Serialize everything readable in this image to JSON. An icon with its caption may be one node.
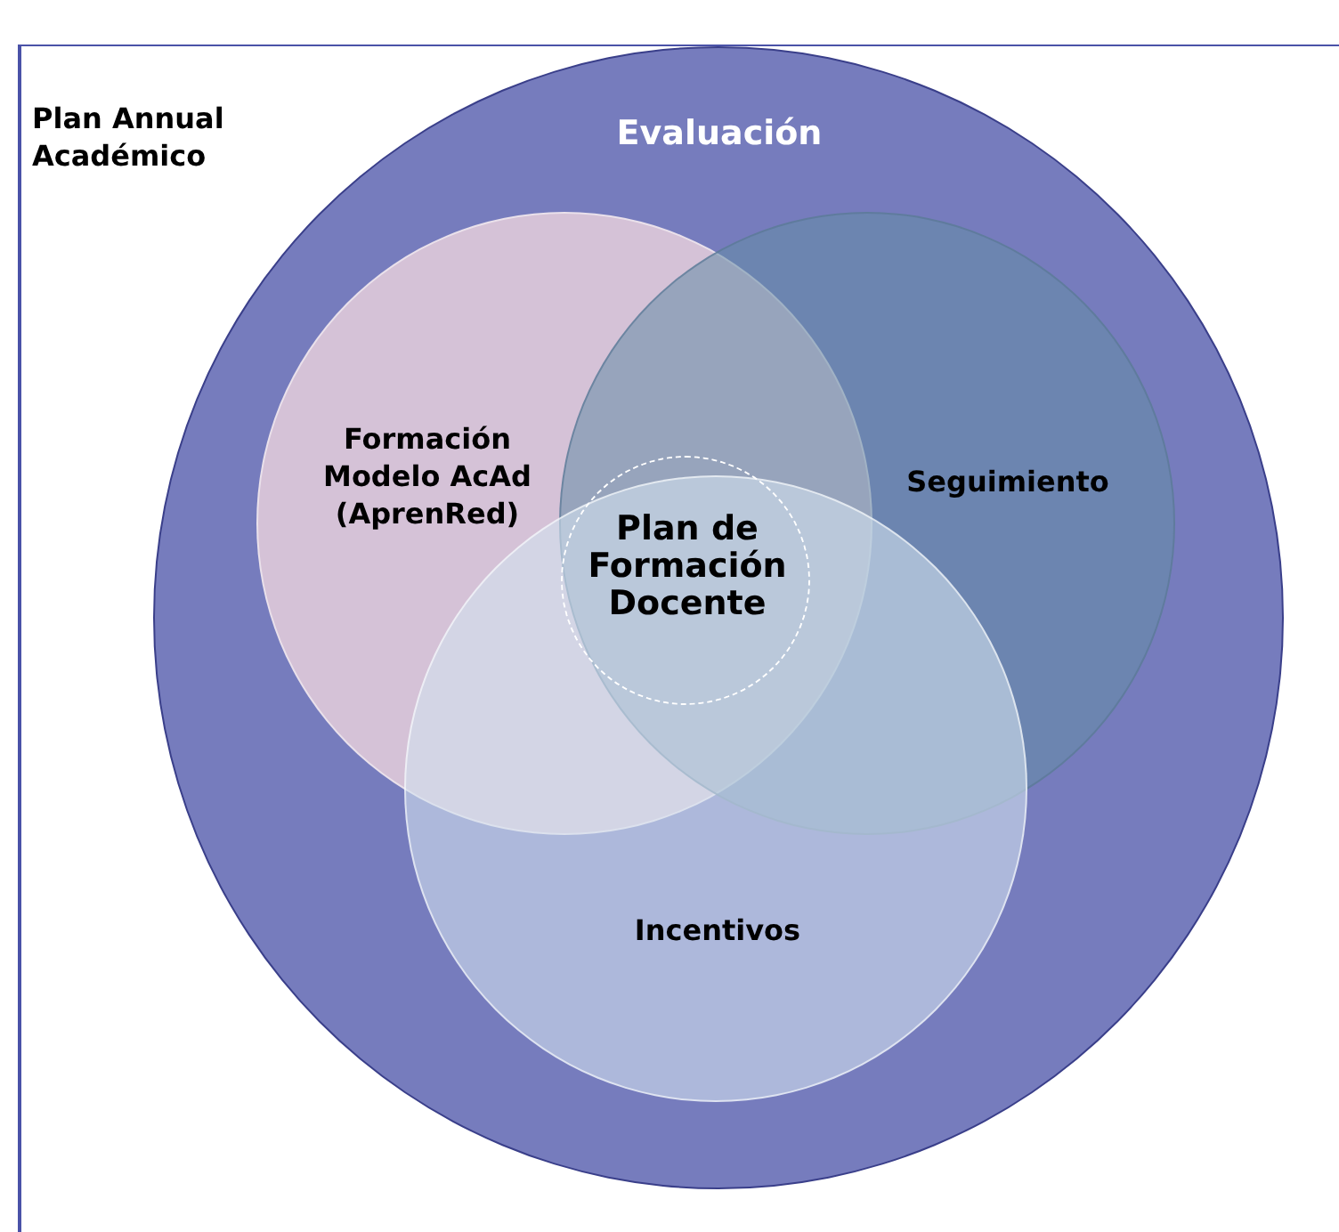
{
  "diagram": {
    "nodes": [
      {
        "text": [
          "Plan Annual Académico"
        ]
      },
      {
        "text": [
          "Evaluación"
        ],
        "in": 0
      },
      {
        "text": [
          "Formación Modelo AcAd (AprenRed)"
        ],
        "in": 1
      },
      {
        "text": [
          "Seguimiento"
        ],
        "in": 1
      },
      {
        "text": [
          "Incentivos"
        ],
        "in": 1
      },
      {
        "text": [
          "Plan de Formación Docente"
        ]
      }
    ],
    "edges": []
  }
}
